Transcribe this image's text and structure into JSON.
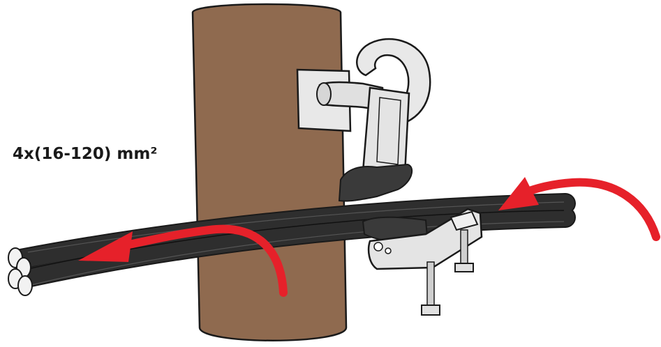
{
  "diagram": {
    "cable_size_label": "4x(16-120) mm²",
    "colors": {
      "pole": "#8f6a4f",
      "cable": "#262626",
      "cable_core": "#f2f2f2",
      "arrow": "#e6212a",
      "metal": "#e8e8e8",
      "rubber": "#3a3a3a",
      "outline": "#1a1a1a"
    },
    "parts": [
      "wooden-pole",
      "pole-bracket",
      "hook",
      "suspension-clamp",
      "bolt",
      "bundled-cable",
      "direction-arrows"
    ]
  }
}
